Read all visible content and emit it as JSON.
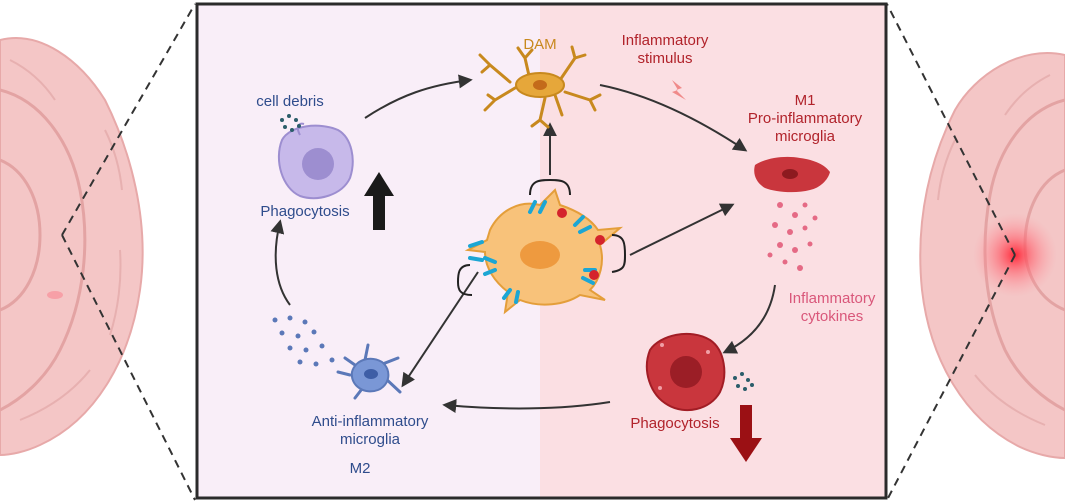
{
  "labels": {
    "dam": "DAM",
    "inflammatory_stimulus": [
      "Inflammatory",
      "stimulus"
    ],
    "m1": [
      "M1",
      "Pro-inflammatory",
      "microglia"
    ],
    "cell_debris": "cell debris",
    "phagocytosis_left": "Phagocytosis",
    "inflammatory_cytokines": [
      "Inflammatory",
      "cytokines"
    ],
    "phagocytosis_right": "Phagocytosis",
    "m2": [
      "Anti-inflammatory",
      "microglia"
    ],
    "m2_tag": "M2"
  },
  "colors": {
    "left_panel": "#f9eef8",
    "right_panel": "#fbdfe3",
    "blue_text": "#2f4c8c",
    "red_text": "#b1232b",
    "pink_text": "#d9577a",
    "gold_text": "#c8891e",
    "brain": "#f4c6c6"
  },
  "icons": {
    "up_arrow": "up-arrow-icon",
    "down_arrow": "down-arrow-icon",
    "lightning": "lightning-icon"
  }
}
